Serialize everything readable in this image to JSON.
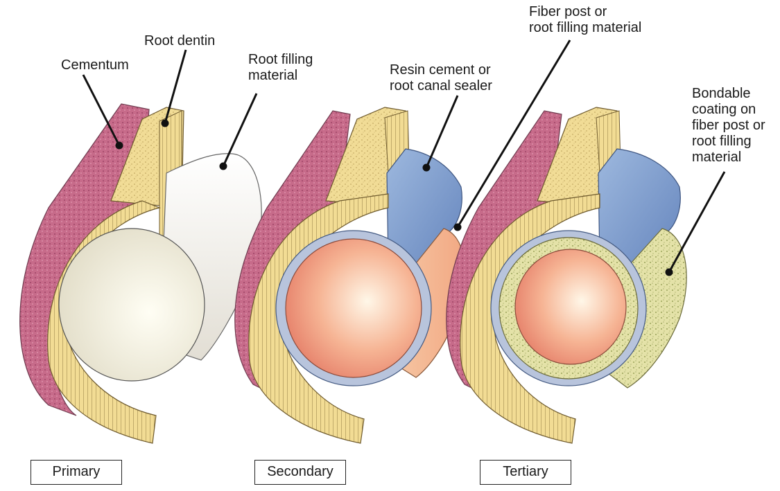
{
  "labels": {
    "cementum": "Cementum",
    "root_dentin": "Root dentin",
    "root_filling_l1": "Root filling",
    "root_filling_l2": "material",
    "resin_l1": "Resin cement or",
    "resin_l2": "root canal sealer",
    "fiber_l1": "Fiber post or",
    "fiber_l2": "root filling material",
    "coating_l1": "Bondable",
    "coating_l2": "coating on",
    "coating_l3": "fiber post or",
    "coating_l4": "root filling",
    "coating_l5": "material"
  },
  "monoblocks": [
    {
      "label": "Primary"
    },
    {
      "label": "Secondary"
    },
    {
      "label": "Tertiary"
    }
  ],
  "colors": {
    "cementum": "#c06a86",
    "dentin": "#f2dc94",
    "dentin_stripe": "#a08a4e",
    "filling_primary": "#f1eee4",
    "post_core": "#f08870",
    "sealer_blue": "#7c9ac8",
    "coating": "#e2e0a6"
  }
}
